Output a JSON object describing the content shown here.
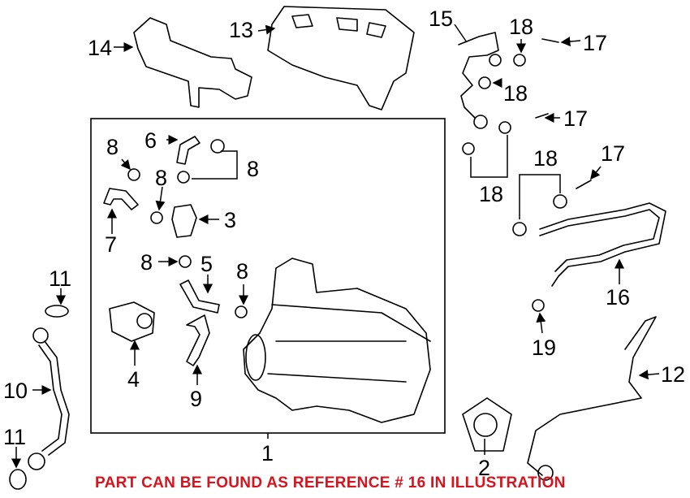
{
  "diagram": {
    "title": "Turbocharger assembly exploded parts diagram",
    "labels": {
      "r1": "1",
      "r2": "2",
      "r3": "3",
      "r4": "4",
      "r5": "5",
      "r6": "6",
      "r7": "7",
      "r8a": "8",
      "r8b": "8",
      "r8c": "8",
      "r8d": "8",
      "r8e": "8",
      "r9": "9",
      "r10": "10",
      "r11a": "11",
      "r11b": "11",
      "r12": "12",
      "r13": "13",
      "r14": "14",
      "r15": "15",
      "r16": "16",
      "r17a": "17",
      "r17b": "17",
      "r17c": "17",
      "r18a": "18",
      "r18b": "18",
      "r18c": "18",
      "r18d": "18",
      "r19": "19"
    },
    "notice": "PART CAN BE FOUND AS REFERENCE # 16 IN ILLUSTRATION",
    "notice_color": "#d7141e"
  }
}
